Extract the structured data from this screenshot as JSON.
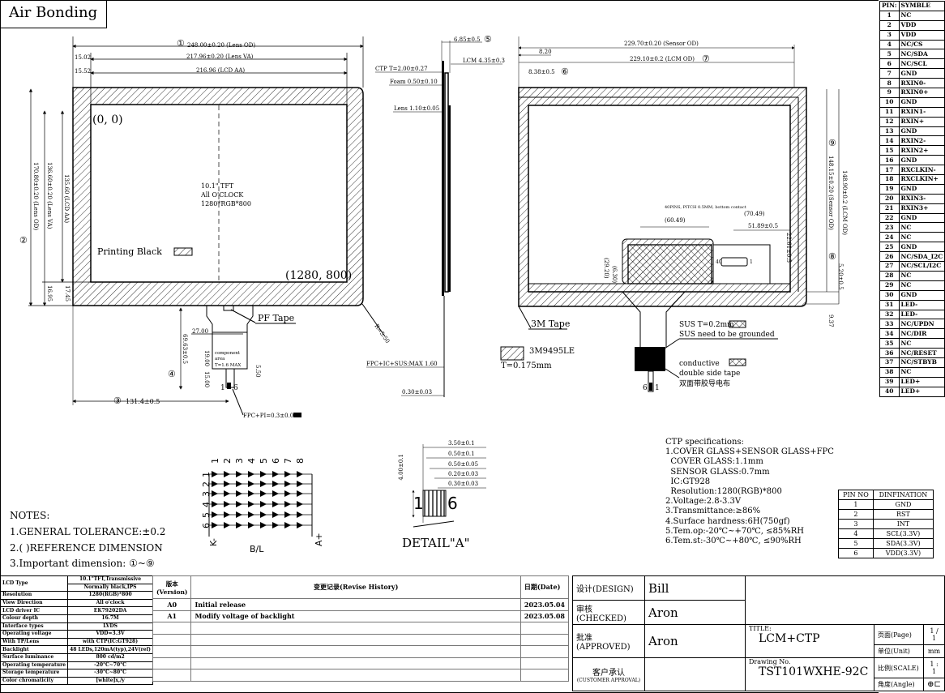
{
  "title_box": "Air Bonding",
  "front_view": {
    "dim1": "248.00±0.20 (Lens OD)",
    "dim_va": "217.96±0.20 (Lens VA)",
    "dim_aa": "216.96 (LCD AA)",
    "dim_1502": "15.02",
    "dim_1552": "15.52",
    "dim2": "170.80±0.20 (Lens OD)",
    "dim_hva": "136.60±0.20 (Lens VA)",
    "dim_haa": "135.60 (LCD AA)",
    "dim_1695": "16.95",
    "dim_1745": "17.45",
    "origin": "(0, 0)",
    "end": "(1280, 800)",
    "center": [
      "10.1\" TFT",
      "All O'CLOCK",
      "1280*RGB*800"
    ],
    "printing_black": "Printing Black",
    "pf_tape": "PF Tape",
    "radius": "R=5.50",
    "dim_27": "27.00",
    "dim4": "69.63±0.5",
    "dim_1900": "19.00",
    "dim_1500": "15.00",
    "dim_550": "5.50",
    "component_area": [
      "component",
      "area",
      "T=1.6 MAX"
    ],
    "dim3": "131.4±0.5",
    "fpc_pi": "FPC+PI=0.3±0.03",
    "pin_first": "1",
    "pin_last": "6",
    "markers": [
      "①",
      "②",
      "③",
      "④",
      "⑤",
      "⑥",
      "⑦",
      "⑧",
      "⑨"
    ]
  },
  "side_view": {
    "dim5": "6.85±0.5",
    "lcm": "LCM 4.35±0.3",
    "ctp": "CTP T=2.00±0.27",
    "foam": "Foam 0.50±0.10",
    "lens": "Lens 1.10±0.05",
    "fpc_ic": "FPC+IC+SUS:MAX 1.60",
    "fpc_t": "0.30±0.03"
  },
  "back_view": {
    "sensor_od": "229.70±0.20 (Sensor OD)",
    "d820": "8.20",
    "lcm_od": "229.10±0.2 (LCM OD)",
    "d838": "8.38±0.5",
    "h_sensor": "148.15±0.20 (Sensor OD)",
    "h_lcm": "148.90±0.2 (LCM OD)",
    "d8": "5.20±0.5",
    "d937": "9.37",
    "pitch": "40PINS, PITCH 0.5MM, bottom contact",
    "d7049": "(70.49)",
    "d6049": "(60.49)",
    "d5189": "51.89±0.5",
    "d2261": "22.61±0.5",
    "d2920": "(29.20)",
    "d630": "(6.30)",
    "pin40": "40",
    "pin1": "1",
    "tape_3m": "3M Tape",
    "tape_3m_name": "3M9495LE",
    "tape_3m_t": "T=0.175mm",
    "sus": "SUS T=0.2mm",
    "sus_note": "SUS need to be grounded",
    "conductive": "conductive",
    "double_side": "double side tape",
    "cn_tape": "双面带胶导电布",
    "pin6": "6",
    "pin1b": "1"
  },
  "detail": {
    "title": "DETAIL\"A\"",
    "dims": [
      "3.50±0.1",
      "0.50±0.1",
      "0.50±0.05",
      "0.20±0.03",
      "0.30±0.03"
    ],
    "height": "4.00±0.1",
    "p1": "1",
    "p6": "6"
  },
  "notes": {
    "title": "NOTES:",
    "items": [
      "1.GENERAL TOLERANCE:±0.2",
      "2.(   )REFERENCE DIMENSION",
      "3.Important dimension: ①~⑨"
    ]
  },
  "backlight": {
    "cols": [
      "1",
      "2",
      "3",
      "4",
      "5",
      "6",
      "7",
      "8"
    ],
    "rows": [
      "1",
      "2",
      "3",
      "4",
      "5",
      "6"
    ],
    "k": "K-",
    "bl": "B/L",
    "a": "A+"
  },
  "ctp_spec": {
    "lines": [
      "CTP specifications:",
      "1.COVER GLASS+SENSOR GLASS+FPC",
      "  COVER GLASS:1.1mm",
      "  SENSOR GLASS:0.7mm",
      "  IC:GT928",
      "  Resolution:1280(RGB)*800",
      "2.Voltage:2.8-3.3V",
      "3.Transmittance:≥86%",
      "4.Surface hardness:6H(750gf)",
      "5.Tem.op:-20℃~+70℃, ≤85%RH",
      "6.Tem.st:-30℃~+80℃, ≤90%RH"
    ]
  },
  "ctp_pins": {
    "headers": [
      "PIN NO",
      "DINFINATION"
    ],
    "rows": [
      [
        "1",
        "GND"
      ],
      [
        "2",
        "RST"
      ],
      [
        "3",
        "INT"
      ],
      [
        "4",
        "SCL(3.3V)"
      ],
      [
        "5",
        "SDA(3.3V)"
      ],
      [
        "6",
        "VDD(3.3V)"
      ]
    ]
  },
  "pin_table": {
    "headers": [
      "PIN:",
      "SYMBLE"
    ],
    "rows": [
      [
        "1",
        "NC"
      ],
      [
        "2",
        "VDD"
      ],
      [
        "3",
        "VDD"
      ],
      [
        "4",
        "NC/CS"
      ],
      [
        "5",
        "NC/SDA"
      ],
      [
        "6",
        "NC/SCL"
      ],
      [
        "7",
        "GND"
      ],
      [
        "8",
        "RXIN0-"
      ],
      [
        "9",
        "RXIN0+"
      ],
      [
        "10",
        "GND"
      ],
      [
        "11",
        "RXIN1-"
      ],
      [
        "12",
        "RXIN+"
      ],
      [
        "13",
        "GND"
      ],
      [
        "14",
        "RXIN2-"
      ],
      [
        "15",
        "RXIN2+"
      ],
      [
        "16",
        "GND"
      ],
      [
        "17",
        "RXCLKIN-"
      ],
      [
        "18",
        "RXCLKIN+"
      ],
      [
        "19",
        "GND"
      ],
      [
        "20",
        "RXIN3-"
      ],
      [
        "21",
        "RXIN3+"
      ],
      [
        "22",
        "GND"
      ],
      [
        "23",
        "NC"
      ],
      [
        "24",
        "NC"
      ],
      [
        "25",
        "GND"
      ],
      [
        "26",
        "NC/SDA_I2C"
      ],
      [
        "27",
        "NC/SCL/I2C"
      ],
      [
        "28",
        "NC"
      ],
      [
        "29",
        "NC"
      ],
      [
        "30",
        "GND"
      ],
      [
        "31",
        "LED-"
      ],
      [
        "32",
        "LED-"
      ],
      [
        "33",
        "NC/UPDN"
      ],
      [
        "34",
        "NC/DIR"
      ],
      [
        "35",
        "NC"
      ],
      [
        "36",
        "NC/RESET"
      ],
      [
        "37",
        "NC/STBYB"
      ],
      [
        "38",
        "NC"
      ],
      [
        "39",
        "LED+"
      ],
      [
        "40",
        "LED+"
      ]
    ]
  },
  "spec_table": {
    "rows": [
      [
        "LCD Type",
        "10.1\"TFT,Transmissive"
      ],
      [
        "",
        "Normally black,IPS"
      ],
      [
        "Resolution",
        "1280(RGB)*800"
      ],
      [
        "View Direction",
        "All o'clock"
      ],
      [
        "LCD driver IC",
        "EK79202DA"
      ],
      [
        "Colour depth",
        "16.7M"
      ],
      [
        "Interface types",
        "LVDS"
      ],
      [
        "Operating voltage",
        "VDD=3.3V"
      ],
      [
        "With TP/Lens",
        "with CTP(IC:GT928)"
      ],
      [
        "Backlight",
        "48 LEDs,120mA(typ),24V(ref)"
      ],
      [
        "Surface luminance",
        "800 cd/m2"
      ],
      [
        "Operating temperature",
        "-20°C~70°C"
      ],
      [
        "Storage temperature",
        "-30°C~80°C"
      ],
      [
        "Color chromaticity",
        "[white]x,/y"
      ]
    ]
  },
  "revision": {
    "h_version": "版本\n(Version)",
    "h_history": "变更记录(Revise History)",
    "h_date": "日期(Date)",
    "rows": [
      [
        "A0",
        "Initial release",
        "2023.05.04"
      ],
      [
        "A1",
        "Modify voltage of backlight",
        "2023.05.08"
      ]
    ]
  },
  "title_block": {
    "design_label": "设计(DESIGN)",
    "design": "Bill",
    "checked_label": "审核(CHECKED)",
    "checked": "Aron",
    "approved_label": "批准(APPROVED)",
    "approved": "Aron",
    "customer_label": "客户承认",
    "customer_label_en": "(CUSTOMER APPROVAL)",
    "title_label": "TITLE:",
    "title": "LCM+CTP",
    "drawing_label": "Drawing No.",
    "drawing_no": "TST101WXHE-92C",
    "page_label": "页面(Page)",
    "page": "1 / 1",
    "unit_label": "单位(Unit)",
    "unit": "mm",
    "scale_label": "比例(SCALE)",
    "scale": "1 : 1",
    "angle_label": "角度(Angle)"
  }
}
